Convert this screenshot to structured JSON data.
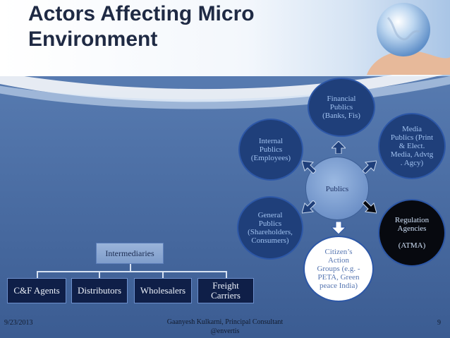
{
  "slide": {
    "title_line1": "Actors Affecting Micro",
    "title_line2": "Environment"
  },
  "publics_diagram": {
    "hub": "Publics",
    "nodes": {
      "financial": "Financial\nPublics\n(Banks, Fis)",
      "media": "Media\nPublics (Print\n& Elect.\nMedia, Advtg\n. Agcy)",
      "regulation": "Regulation\nAgencies\n\n(ATMA)",
      "citizens": "Citizen’s\nAction\nGroups (e.g. -\nPETA, Green\npeace India)",
      "general": "General\nPublics\n(Shareholders,\nConsumers)",
      "internal": "Internal\nPublics\n(Employees)"
    }
  },
  "intermediaries_chart": {
    "root": "Intermediaries",
    "children": [
      "C&F Agents",
      "Distributors",
      "Wholesalers",
      "Freight\nCarriers"
    ]
  },
  "footer": {
    "date": "9/23/2013",
    "author": "Gaanyesh Kulkarni, Principal Consultant\n@envertis",
    "page_number": "9"
  },
  "colors": {
    "background": "#4f72a8",
    "node_dark_blue": "#1f3f7a",
    "node_black": "#07090f",
    "node_white": "#ffffff",
    "box_fill": "#0f1f48"
  }
}
